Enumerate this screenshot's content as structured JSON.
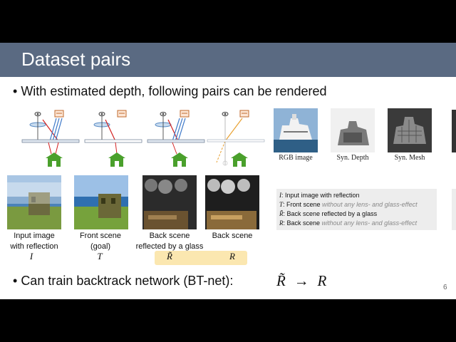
{
  "title": "Dataset pairs",
  "bullets": {
    "first": "With estimated depth, following pairs can be rendered",
    "second": "Can train backtrack network (BT-net):",
    "formula_lhs": "R̃",
    "formula_arrow": "→",
    "formula_rhs": "R"
  },
  "columns": [
    {
      "caption_line1": "Input image",
      "caption_line2": "with reflection",
      "symbol": "I"
    },
    {
      "caption_line1": "Front scene",
      "caption_line2": "(goal)",
      "symbol": "T"
    },
    {
      "caption_line1": "Back scene",
      "caption_line2": "reflected by a glass",
      "symbol": "R̃"
    },
    {
      "caption_line1": "Back scene",
      "caption_line2": "",
      "symbol": "R"
    }
  ],
  "top_images": [
    {
      "caption": "RGB image"
    },
    {
      "caption": "Syn. Depth"
    },
    {
      "caption": "Syn. Mesh"
    }
  ],
  "legend": [
    {
      "sym": "I",
      "text": ": Input image with reflection",
      "extra": ""
    },
    {
      "sym": "T",
      "text": ": Front scene ",
      "extra": "without any lens- and glass-effect"
    },
    {
      "sym": "R̃",
      "text": ": Back scene reflected by a glass",
      "extra": ""
    },
    {
      "sym": "R",
      "text": ": Back scene ",
      "extra": "without any lens- and glass-effect"
    }
  ],
  "page_number": "6",
  "colors": {
    "titlebar": "#5a6a82",
    "highlight": "#fbe7b0",
    "house_green": "#4aa02c",
    "ray_red": "#d42020",
    "ray_blue": "#3c78c8"
  },
  "icons": [
    "eye-icon",
    "camera-icon",
    "house-icon",
    "lens-icon"
  ]
}
